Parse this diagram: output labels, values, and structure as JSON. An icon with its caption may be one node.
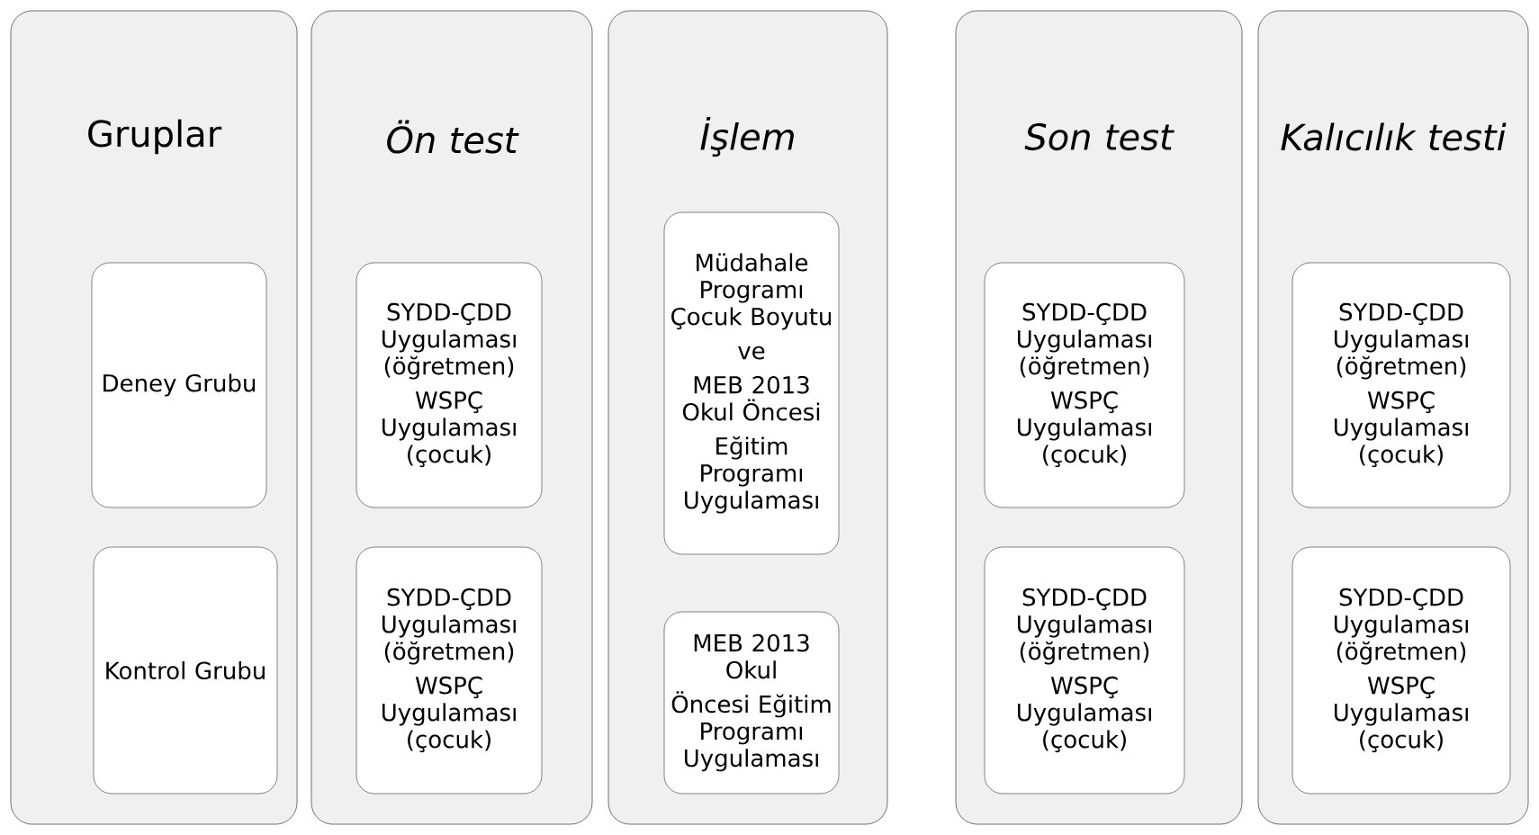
{
  "diagram": {
    "nodes": [
      {
        "text": [
          "Gruplar"
        ]
      },
      {
        "text": [
          "Deney Grubu"
        ],
        "in": 0
      },
      {
        "text": [
          "Kontrol Grubu"
        ],
        "in": 0
      },
      {
        "text": [
          "Ön test"
        ]
      },
      {
        "text": [
          "SYDD-ÇDD Uygulaması (öğretmen)",
          "WSPÇ Uygulaması (çocuk)"
        ],
        "in": 3
      },
      {
        "text": [
          "SYDD-ÇDD Uygulaması (öğretmen)",
          "WSPÇ Uygulaması (çocuk)"
        ],
        "in": 3
      },
      {
        "text": [
          "İşlem"
        ]
      },
      {
        "text": [
          "Müdahale Programı Çocuk Boyutu",
          "ve",
          "MEB 2013 Okul Öncesi",
          "Eğitim Programı Uygulaması"
        ],
        "in": 6
      },
      {
        "text": [
          "MEB 2013 Okul",
          "Öncesi Eğitim Programı Uygulaması"
        ],
        "in": 6
      },
      {
        "text": [
          "Son test"
        ]
      },
      {
        "text": [
          "SYDD-ÇDD Uygulaması (öğretmen)",
          "WSPÇ Uygulaması (çocuk)"
        ],
        "in": 9
      },
      {
        "text": [
          "SYDD-ÇDD Uygulaması (öğretmen)",
          "WSPÇ Uygulaması (çocuk)"
        ],
        "in": 9
      },
      {
        "text": [
          "Kalıcılık testi"
        ]
      },
      {
        "text": [
          "SYDD-ÇDD Uygulaması (öğretmen)",
          "WSPÇ Uygulaması (çocuk)"
        ],
        "in": 12
      },
      {
        "text": [
          "SYDD-ÇDD Uygulaması (öğretmen)",
          "WSPÇ Uygulaması (çocuk)"
        ],
        "in": 12
      }
    ]
  }
}
